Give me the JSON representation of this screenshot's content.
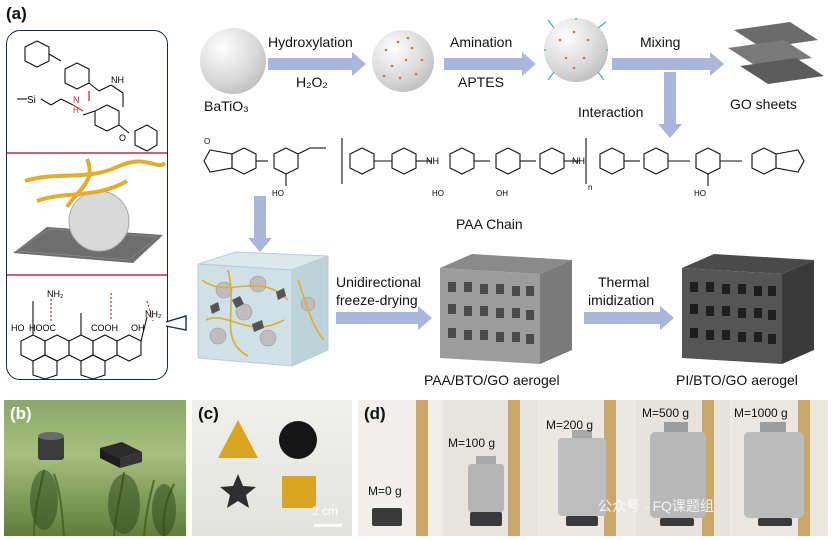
{
  "panels": {
    "a": "(a)",
    "b": "(b)",
    "c": "(c)",
    "d": "(d)"
  },
  "scheme": {
    "batio3": "BaTiO₃",
    "hydroxylation": "Hydroxylation",
    "h2o2": "H₂O₂",
    "amination": "Amination",
    "aptes": "APTES",
    "mixing": "Mixing",
    "interaction": "Interaction",
    "go_sheets": "GO sheets",
    "paa_chain": "PAA Chain",
    "freeze_1": "Unidirectional",
    "freeze_2": "freeze-drying",
    "thermal_1": "Thermal",
    "thermal_2": "imidization",
    "paa_aerogel": "PAA/BTO/GO aerogel",
    "pi_aerogel": "PI/BTO/GO aerogel"
  },
  "chem_labels": {
    "nh2_a": "NH₂",
    "nh2_b": "NH₂",
    "hooc": "HOOC",
    "cooh": "COOH",
    "ho": "HO",
    "oh": "OH",
    "o": "O",
    "nh": "NH",
    "n": "N",
    "h": "H",
    "si": "Si",
    "n_sub": "n",
    "hoc": "HO",
    "cooh2": "OH"
  },
  "photo_c": {
    "scale_bar": "2 cm"
  },
  "photo_d": {
    "masses": [
      "M=0 g",
      "M=100 g",
      "M=200 g",
      "M=500 g",
      "M=1000 g"
    ]
  },
  "watermark": "公众号 · FQ课题组",
  "colors": {
    "arrow": "#a9b6da",
    "inset_border": "#1a2550",
    "divider": "#b0324c",
    "highlight_red": "#c0392b"
  }
}
